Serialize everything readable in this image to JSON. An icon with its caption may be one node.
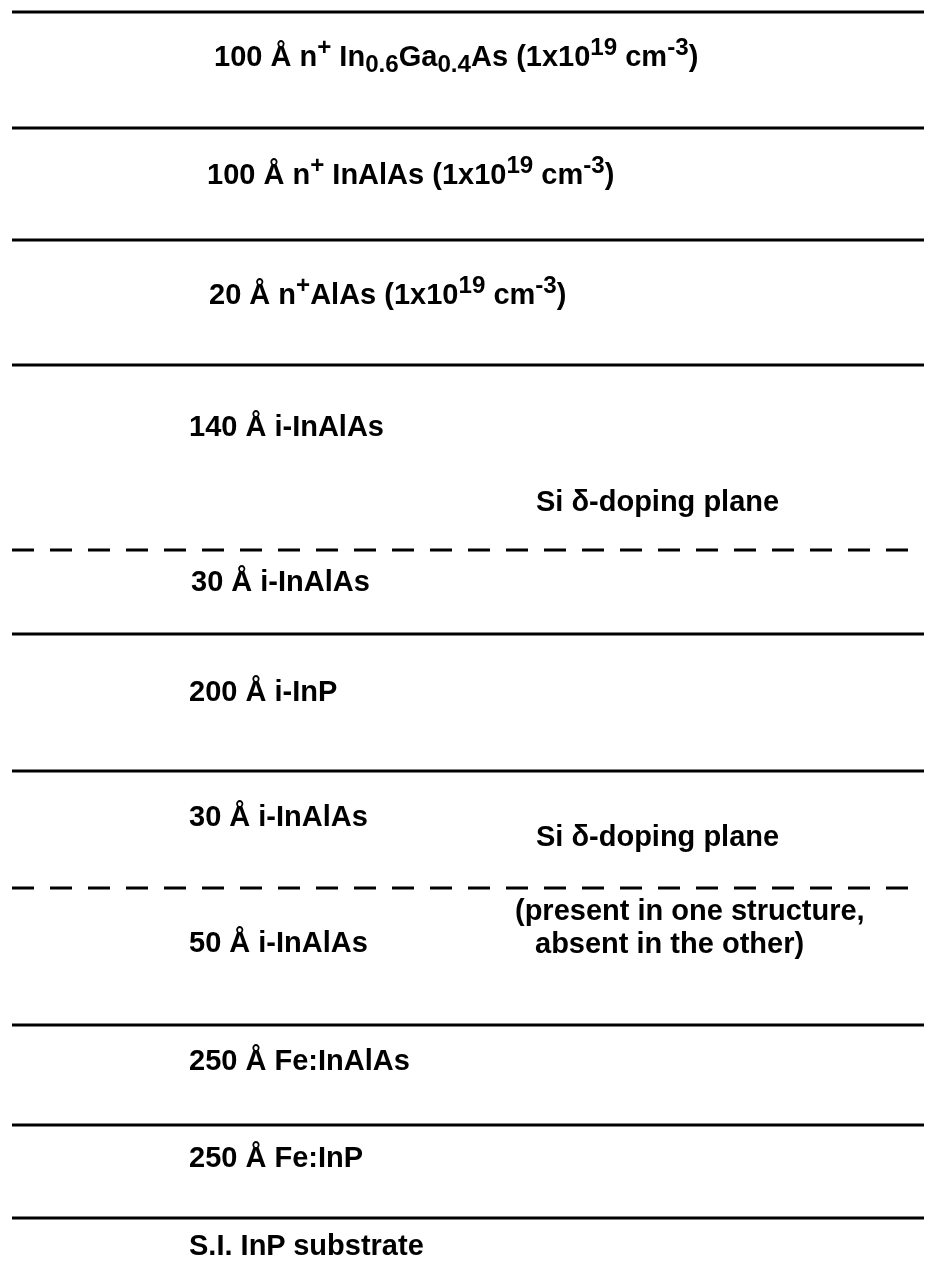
{
  "diagram": {
    "nodes": [
      {
        "text": [
          "100 Å n$^{+}$ In$_{0.6}$Ga$_{0.4}$As  (1x10$^{19}$ cm$^{-3}$)"
        ]
      },
      {
        "text": [
          "100 Å n$^{+}$ InAlAs  (1x10$^{19}$ cm$^{-3}$)"
        ]
      },
      {
        "text": [
          "20 Å n$^{+}$AlAs  (1x10$^{19}$ cm$^{-3}$)"
        ]
      },
      {
        "text": [
          "140 Å i-InAlAs"
        ]
      },
      {
        "text": [
          "30 Å i-InAlAs"
        ]
      },
      {
        "text": [
          "200 Å i-InP"
        ]
      },
      {
        "text": [
          "30 Å i-InAlAs"
        ]
      },
      {
        "text": [
          "50 Å i-InAlAs"
        ]
      },
      {
        "text": [
          "250 Å Fe:InAlAs"
        ]
      },
      {
        "text": [
          "250 Å Fe:InP"
        ]
      },
      {
        "text": [
          "S.I. InP substrate"
        ]
      }
    ],
    "labels": [
      "Si δ-doping plane",
      "Si δ-doping plane",
      "(present in one structure, absent in the other)"
    ]
  }
}
